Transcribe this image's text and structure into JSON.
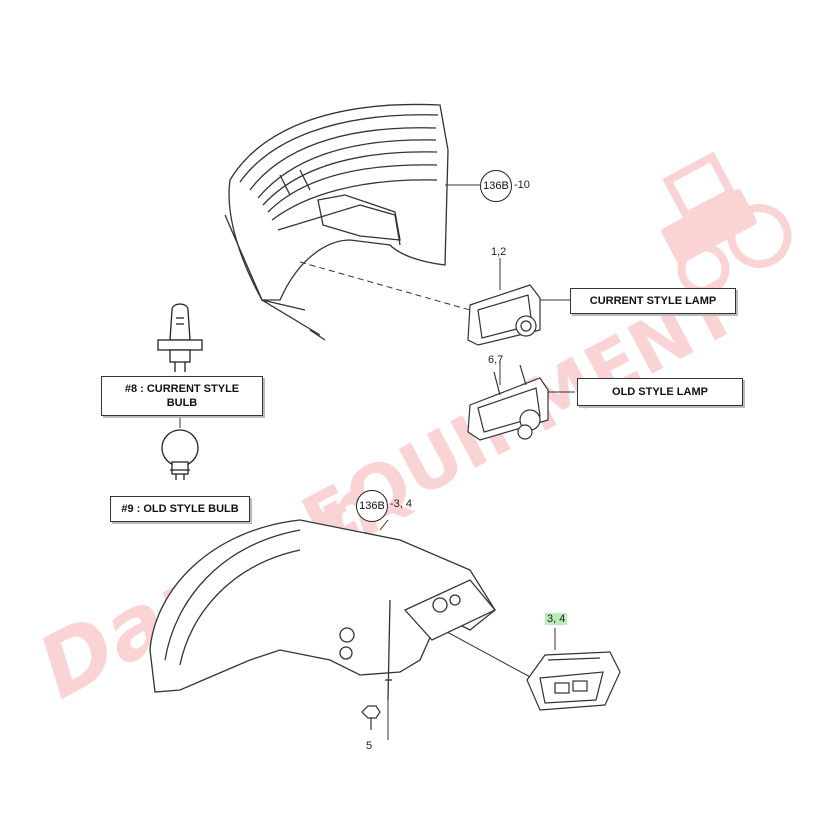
{
  "callouts": {
    "current_lamp": "CURRENT STYLE LAMP",
    "old_lamp": "OLD STYLE LAMP",
    "current_bulb": "#8 : CURRENT STYLE\nBULB",
    "old_bulb": "#9 : OLD STYLE BULB"
  },
  "refs": {
    "top_circle": "136B",
    "top_suffix": "-10",
    "mid_circle": "136B",
    "mid_suffix": "-3, 4",
    "lamp_current": "1,2",
    "lamp_old": "6,7",
    "rear_lamp": "3, 4",
    "screw": "5"
  },
  "watermark": {
    "text": "Dannon EQUIPMENT",
    "color": "#e63c3c"
  }
}
